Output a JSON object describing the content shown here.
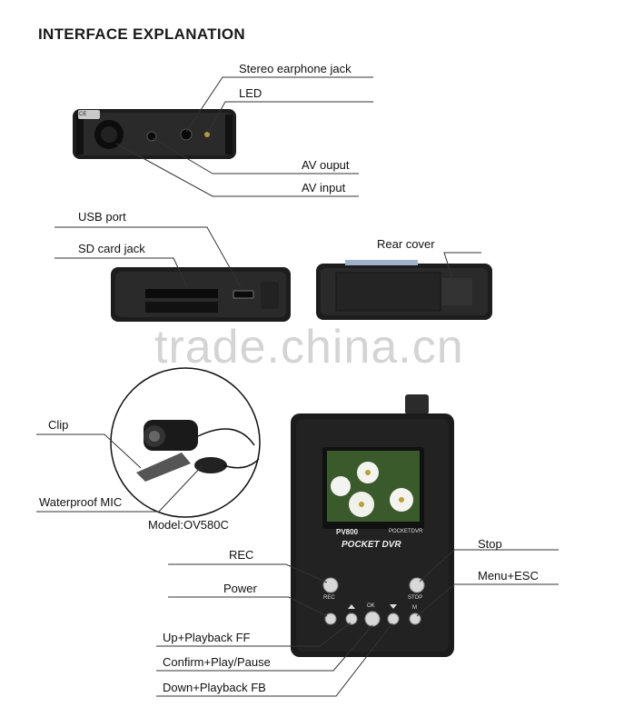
{
  "title": "INTERFACE EXPLANATION",
  "labels": {
    "stereo_earphone_jack": "Stereo earphone jack",
    "led": "LED",
    "av_output": "AV ouput",
    "av_input": "AV input",
    "usb_port": "USB port",
    "sd_card_jack": "SD card jack",
    "rear_cover": "Rear cover",
    "clip": "Clip",
    "waterproof_mic": "Waterproof MIC",
    "model": "Model:OV580C",
    "rec": "REC",
    "power": "Power",
    "up_playback_ff": "Up+Playback FF",
    "confirm_play_pause": "Confirm+Play/Pause",
    "down_playback_fb": "Down+Playback FB",
    "stop": "Stop",
    "menu_esc": "Menu+ESC"
  },
  "device": {
    "model_text": "PV800",
    "brand_small": "POCKETDVR",
    "brand_large": "POCKET DVR",
    "btn_rec": "REC",
    "btn_stop": "STOP",
    "btn_ok": "OK",
    "btn_m": "M",
    "port_sticker": "CE"
  },
  "watermark": "trade.china.cn",
  "colors": {
    "device_body": "#1c1c1c",
    "leader_line": "#333333"
  }
}
